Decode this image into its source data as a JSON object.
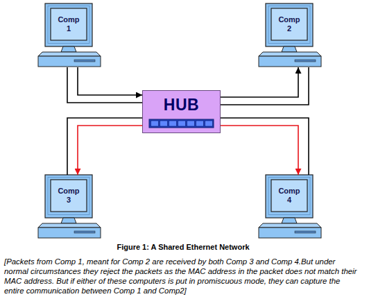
{
  "diagram": {
    "caption": "Figure 1: A Shared Ethernet Network",
    "nodes": [
      {
        "text": [
          "Comp 1"
        ]
      },
      {
        "text": [
          "Comp 2"
        ]
      },
      {
        "text": [
          "HUB"
        ]
      },
      {
        "text": [
          "Comp 3"
        ]
      },
      {
        "text": [
          "Comp 4"
        ]
      }
    ],
    "edges": [
      {
        "from": 0,
        "to": 2,
        "arrow": "to"
      },
      {
        "from": 2,
        "to": 1,
        "arrow": "to"
      },
      {
        "from": 2,
        "to": 3,
        "arrow": "to"
      },
      {
        "from": 2,
        "to": 4,
        "arrow": "to"
      }
    ],
    "labels": [
      "[Packets from Comp 1, meant for Comp 2 are received by both Comp 3 and Comp 4.But under normal circumstances they reject the packets as the MAC address in the packet does not match their MAC address. But if either of these computers is put in promiscuous mode, they can capture the entire communication between Comp 1 and Comp2]"
    ]
  }
}
